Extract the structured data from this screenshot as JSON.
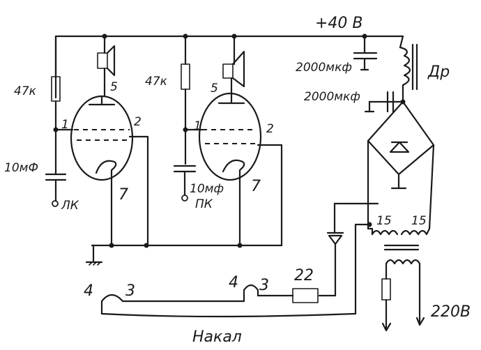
{
  "labels": {
    "supply_voltage": "+40 В",
    "cap_top": "2000мкф",
    "cap_mid": "2000мкф",
    "choke": "Др",
    "res_left": "47к",
    "res_mid": "47к",
    "cap_left": "10мФ",
    "cap_mid_small": "10мф",
    "input_left": "ЛК",
    "input_mid": "ПК",
    "lamp1_pin1": "1",
    "lamp1_pin2": "2",
    "lamp1_pin5": "5",
    "lamp1_pin7": "7",
    "lamp2_pin1": "1",
    "lamp2_pin2": "2",
    "lamp2_pin5": "5",
    "lamp2_pin7": "7",
    "trans_15_left": "15",
    "trans_15_right": "15",
    "heater_res": "22",
    "heat1_4": "4",
    "heat1_3": "3",
    "heat2_4": "4",
    "heat2_3": "3",
    "mains": "220В",
    "heater_title": "Накал"
  }
}
